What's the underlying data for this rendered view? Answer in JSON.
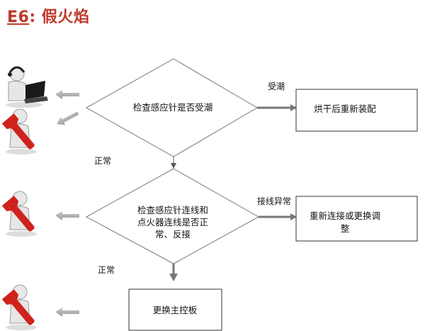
{
  "title": {
    "code": "E6",
    "separator": ":",
    "name": "假火焰"
  },
  "flow": {
    "decision1": "检查感应针是否受潮",
    "branch1_label": "受潮",
    "action1": "烘干后重新装配",
    "normal1_label": "正常",
    "decision2_lines": [
      "检查感应针连线和",
      "点火器连线是否正",
      "常、反接"
    ],
    "branch2_label": "接线异常",
    "action2_lines": [
      "重新连接或更换调",
      "整"
    ],
    "normal2_label": "正常",
    "action3": "更换主控板"
  },
  "icons": [
    "technician-at-laptop-icon",
    "repairman-with-wrench-icon",
    "repairman-with-wrench-icon",
    "repairman-with-wrench-icon"
  ]
}
